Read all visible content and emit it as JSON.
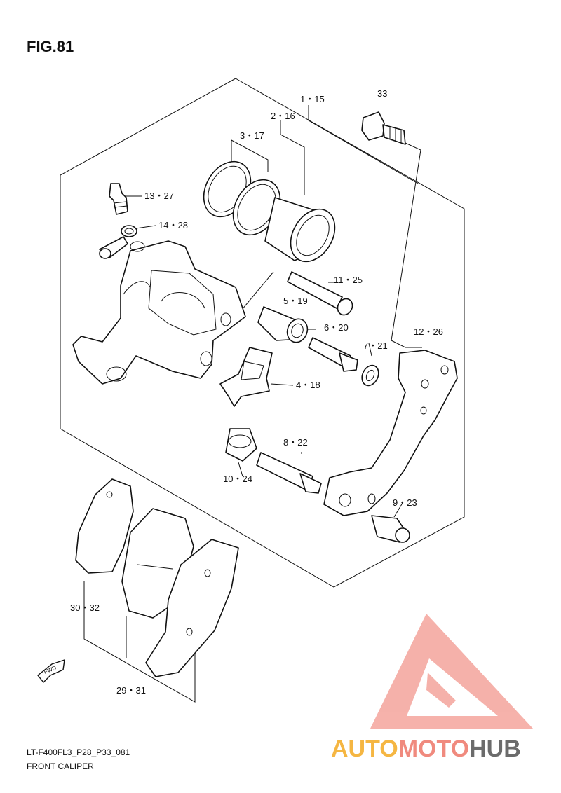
{
  "figure": {
    "title": "FIG.81"
  },
  "footer": {
    "model_code": "LT-F400FL3_P28_P33_081",
    "caption": "FRONT CALIPER"
  },
  "callouts": [
    "1・15",
    "2・16",
    "3・17",
    "33",
    "13・27",
    "14・28",
    "11・25",
    "5・19",
    "6・20",
    "7・21",
    "12・26",
    "4・18",
    "8・22",
    "10・24",
    "9・23",
    "30・32",
    "29・31"
  ],
  "fwd_marker": {
    "label": "FWD"
  },
  "watermark": {
    "brand_auto": "AUTO",
    "brand_moto": "MOTO",
    "brand_hub": "HUB",
    "color_auto": "#f5b642",
    "color_moto": "#f08a7e",
    "color_hub": "#6b6b6b",
    "logo_color": "#f4a49c"
  }
}
